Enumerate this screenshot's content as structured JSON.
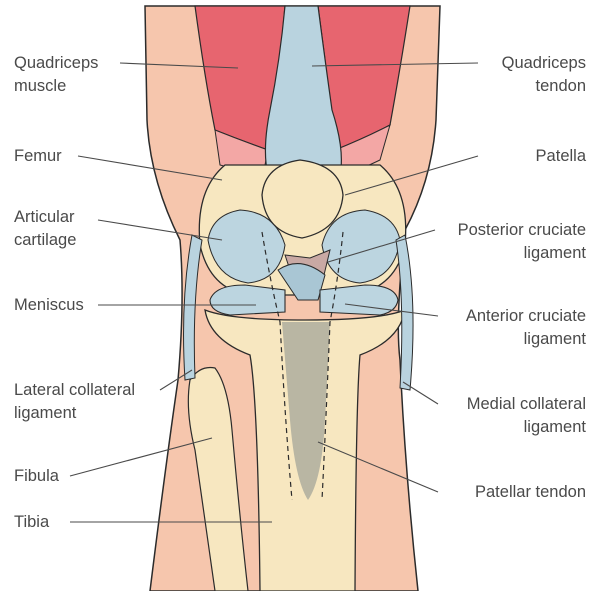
{
  "labels_left": [
    {
      "id": "quadriceps-muscle",
      "lines": [
        "Quadriceps",
        "muscle"
      ]
    },
    {
      "id": "femur",
      "lines": [
        "Femur"
      ]
    },
    {
      "id": "articular-cartilage",
      "lines": [
        "Articular",
        "cartilage"
      ]
    },
    {
      "id": "meniscus",
      "lines": [
        "Meniscus"
      ]
    },
    {
      "id": "lateral-collateral-ligament",
      "lines": [
        "Lateral collateral",
        "ligament"
      ]
    },
    {
      "id": "fibula",
      "lines": [
        "Fibula"
      ]
    },
    {
      "id": "tibia",
      "lines": [
        "Tibia"
      ]
    }
  ],
  "labels_right": [
    {
      "id": "quadriceps-tendon",
      "lines": [
        "Quadriceps",
        "tendon"
      ]
    },
    {
      "id": "patella",
      "lines": [
        "Patella"
      ]
    },
    {
      "id": "posterior-cruciate-ligament",
      "lines": [
        "Posterior cruciate",
        "ligament"
      ]
    },
    {
      "id": "anterior-cruciate-ligament",
      "lines": [
        "Anterior cruciate",
        "ligament"
      ]
    },
    {
      "id": "medial-collateral-ligament",
      "lines": [
        "Medial collateral",
        "ligament"
      ]
    },
    {
      "id": "patellar-tendon",
      "lines": [
        "Patellar tendon"
      ]
    }
  ],
  "colors": {
    "skin": "#f6c6ad",
    "skin_outline": "#2b2b2b",
    "muscle": "#e7656f",
    "muscle_light": "#f3a7a5",
    "tendon": "#b9d3df",
    "bone": "#f7e7c0",
    "cartilage": "#bcd5e0",
    "patellar_tendon": "#b9b6a3",
    "text": "#4a4a4a",
    "leader": "#4a4a4a"
  }
}
